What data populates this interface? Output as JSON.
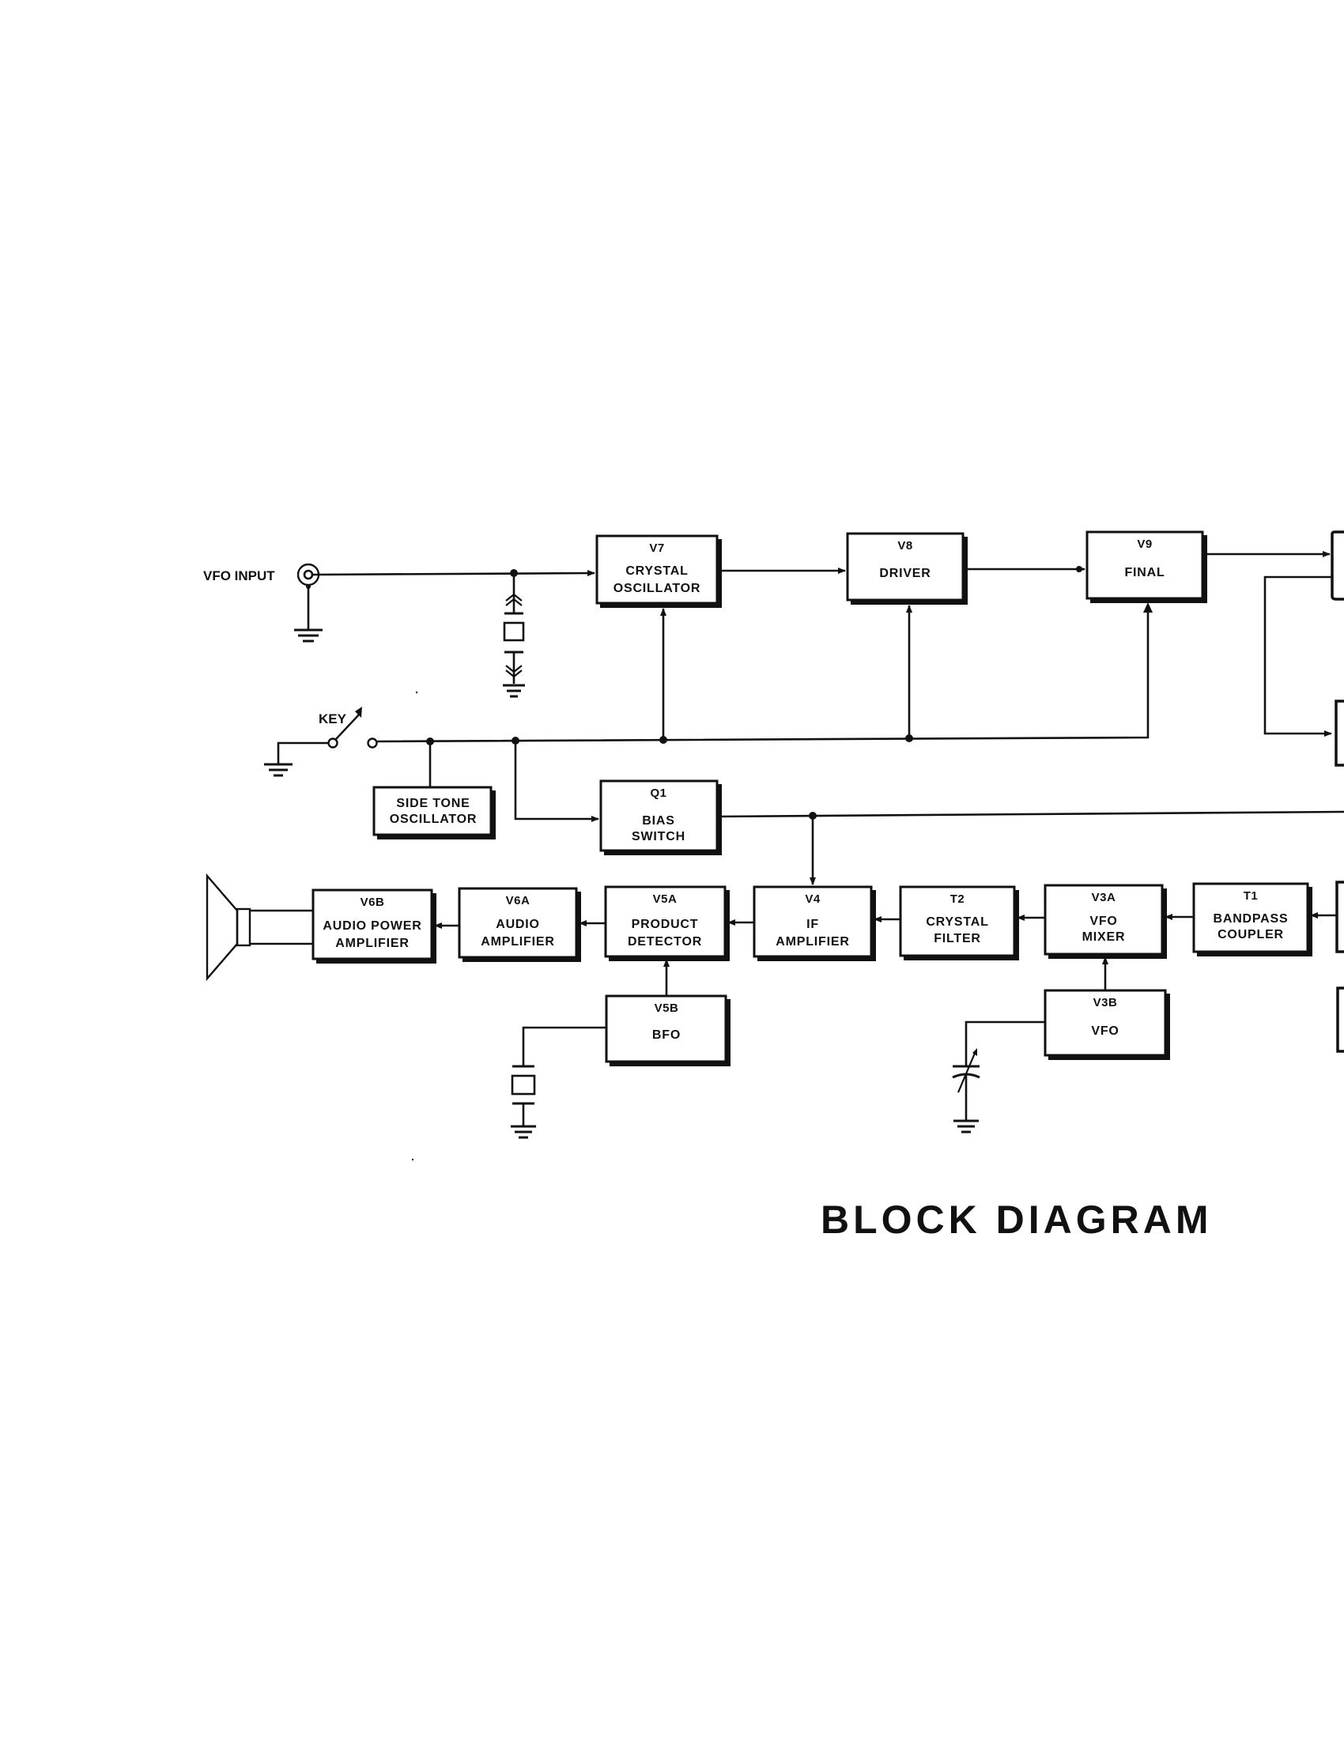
{
  "title": "BLOCK DIAGRAM",
  "labels": {
    "vfo_input": "VFO INPUT",
    "key": "KEY"
  },
  "blocks": {
    "v7": {
      "tube": "V7",
      "lines": [
        "CRYSTAL",
        "OSCILLATOR"
      ]
    },
    "v8": {
      "tube": "V8",
      "lines": [
        "DRIVER"
      ]
    },
    "v9": {
      "tube": "V9",
      "lines": [
        "FINAL"
      ]
    },
    "side_tone": {
      "tube": "",
      "lines": [
        "SIDE TONE",
        "OSCILLATOR"
      ]
    },
    "q1": {
      "tube": "Q1",
      "lines": [
        "BIAS",
        "SWITCH"
      ]
    },
    "v6b": {
      "tube": "V6B",
      "lines": [
        "AUDIO POWER",
        "AMPLIFIER"
      ]
    },
    "v6a": {
      "tube": "V6A",
      "lines": [
        "AUDIO",
        "AMPLIFIER"
      ]
    },
    "v5a": {
      "tube": "V5A",
      "lines": [
        "PRODUCT",
        "DETECTOR"
      ]
    },
    "v4": {
      "tube": "V4",
      "lines": [
        "IF",
        "AMPLIFIER"
      ]
    },
    "t2": {
      "tube": "T2",
      "lines": [
        "CRYSTAL",
        "FILTER"
      ]
    },
    "v3a": {
      "tube": "V3A",
      "lines": [
        "VFO",
        "MIXER"
      ]
    },
    "t1": {
      "tube": "T1",
      "lines": [
        "BANDPASS",
        "COUPLER"
      ]
    },
    "v5b": {
      "tube": "V5B",
      "lines": [
        "BFO"
      ]
    },
    "v3b": {
      "tube": "V3B",
      "lines": [
        "VFO"
      ]
    }
  },
  "connections": [
    {
      "from": "VFO INPUT",
      "to": "V7 CRYSTAL OSCILLATOR"
    },
    {
      "from": "V7 CRYSTAL OSCILLATOR",
      "to": "V8 DRIVER"
    },
    {
      "from": "V8 DRIVER",
      "to": "V9 FINAL"
    },
    {
      "from": "V9 FINAL",
      "to": "off-page block (upper right)"
    },
    {
      "from": "KEY",
      "to": "V7 CRYSTAL OSCILLATOR"
    },
    {
      "from": "KEY",
      "to": "V8 DRIVER"
    },
    {
      "from": "KEY",
      "to": "V9 FINAL"
    },
    {
      "from": "KEY",
      "to": "SIDE TONE OSCILLATOR"
    },
    {
      "from": "KEY",
      "to": "Q1 BIAS SWITCH"
    },
    {
      "from": "Q1 BIAS SWITCH",
      "to": "V4 IF AMPLIFIER"
    },
    {
      "from": "off-page block (lower right)",
      "to": "T1 BANDPASS COUPLER"
    },
    {
      "from": "T1 BANDPASS COUPLER",
      "to": "V3A VFO MIXER"
    },
    {
      "from": "V3B VFO",
      "to": "V3A VFO MIXER"
    },
    {
      "from": "V3A VFO MIXER",
      "to": "T2 CRYSTAL FILTER"
    },
    {
      "from": "T2 CRYSTAL FILTER",
      "to": "V4 IF AMPLIFIER"
    },
    {
      "from": "V4 IF AMPLIFIER",
      "to": "V5A PRODUCT DETECTOR"
    },
    {
      "from": "V5B BFO",
      "to": "V5A PRODUCT DETECTOR"
    },
    {
      "from": "V5A PRODUCT DETECTOR",
      "to": "V6A AUDIO AMPLIFIER"
    },
    {
      "from": "V6A AUDIO AMPLIFIER",
      "to": "V6B AUDIO POWER AMPLIFIER"
    },
    {
      "from": "V6B AUDIO POWER AMPLIFIER",
      "to": "speaker"
    }
  ]
}
